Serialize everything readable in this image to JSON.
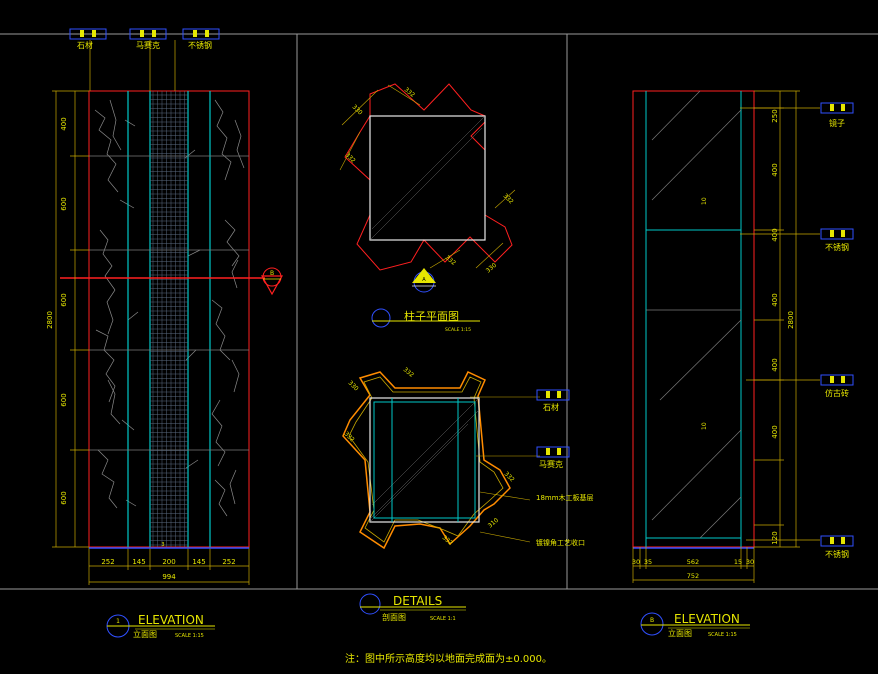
{
  "colors": {
    "background": "#000000",
    "yellow": "#e6e600",
    "red": "#ff2020",
    "cyan": "#00c8c8",
    "blue": "#3050ff",
    "white": "#e8e8e8",
    "grey": "#808080",
    "orange": "#ff8c00"
  },
  "callouts_top": [
    "石材",
    "马赛克",
    "不锈钢"
  ],
  "left_elevation": {
    "bottom_dims": [
      "252",
      "145",
      "200",
      "145",
      "252"
    ],
    "total_width": "994",
    "height_dims": [
      "400",
      "600",
      "600",
      "600",
      "600"
    ],
    "total_height": "2800",
    "section_marker": "B",
    "bottom_small": "3",
    "title": "ELEVATION",
    "subtitle": "立面图",
    "scale": "SCALE 1:15",
    "marker_num": "1"
  },
  "plan_top": {
    "dims": [
      "330",
      "332",
      "332",
      "332",
      "332",
      "330"
    ],
    "title": "柱子平面图",
    "scale": "SCALE 1:15",
    "marker": "A"
  },
  "plan_bottom": {
    "dims": [
      "330",
      "332",
      "332",
      "332",
      "332",
      "310"
    ],
    "callouts": [
      "石材",
      "马赛克"
    ],
    "labels": [
      "18mm木工板基层",
      "镀镍角工艺收口"
    ]
  },
  "details": {
    "title": "DETAILS",
    "subtitle": "剖面图",
    "scale": "SCALE 1:1"
  },
  "right_elevation": {
    "height_dims": [
      "250",
      "400",
      "400",
      "400",
      "400",
      "400",
      "120"
    ],
    "total_height": "2800",
    "inner_labels": [
      "10",
      "10"
    ],
    "bottom_dims": [
      "30",
      "35",
      "562",
      "15",
      "30"
    ],
    "total_width": "752",
    "callouts": [
      "镜子",
      "不锈钢",
      "仿古砖",
      "不锈钢"
    ],
    "title": "ELEVATION",
    "subtitle": "立面图",
    "scale": "SCALE 1:15",
    "marker_num": "B"
  },
  "note": "注：图中所示高度均以地面完成面为±0.000。"
}
